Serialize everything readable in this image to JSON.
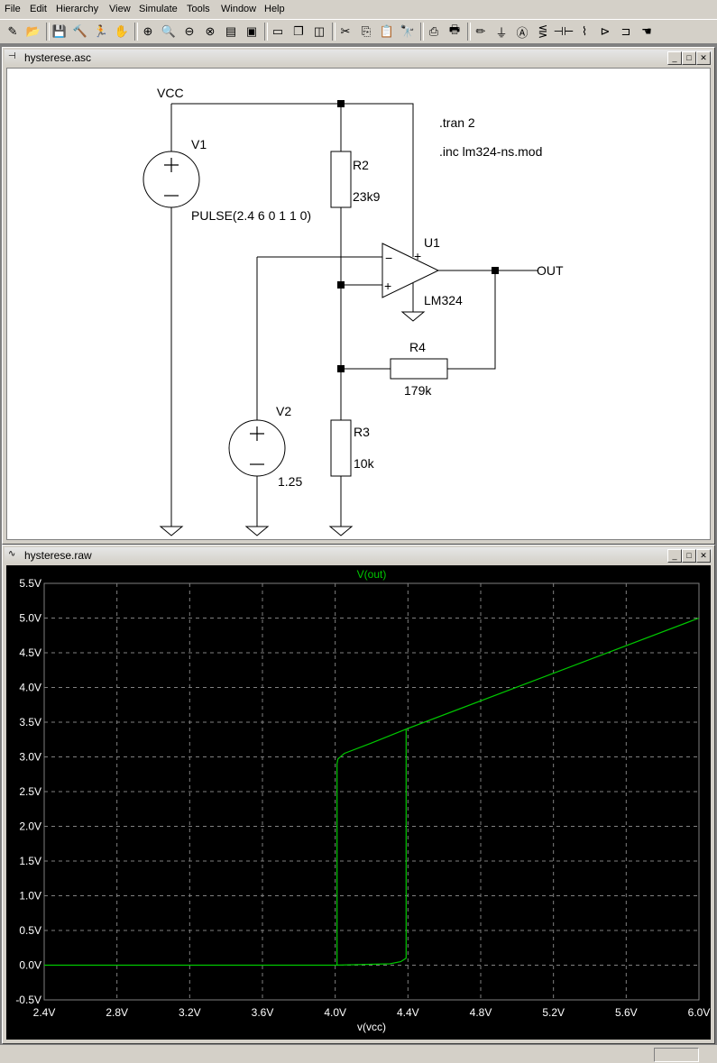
{
  "menu": [
    "File",
    "Edit",
    "Hierarchy",
    "View",
    "Simulate",
    "Tools",
    "Window",
    "Help"
  ],
  "toolbar": {
    "icons": [
      "new-schematic-icon",
      "open-icon",
      "save-icon",
      "control-panel-icon",
      "run-icon",
      "halt-icon",
      "zoom-in-icon",
      "zoom-pan-icon",
      "zoom-out-icon",
      "zoom-cancel-icon",
      "autorange-icon",
      "fit-icon",
      "tile-horizontal-icon",
      "cascade-icon",
      "tile-vertical-icon",
      "cut-icon",
      "copy-icon",
      "paste-icon",
      "find-icon",
      "print-setup-icon",
      "print-icon",
      "wire-icon",
      "ground-icon",
      "label-icon",
      "resistor-icon",
      "capacitor-icon",
      "inductor-icon",
      "diode-icon",
      "component-icon",
      "drag-icon"
    ]
  },
  "schematic": {
    "title": "hysterese.asc",
    "labels": {
      "vcc": "VCC",
      "v1": "V1",
      "v1_value": "PULSE(2.4 6 0 1 1 0)",
      "r2": "R2",
      "r2_value": "23k9",
      "tran": ".tran 2",
      "inc": ".inc lm324-ns.mod",
      "u1": "U1",
      "u1_value": "LM324",
      "out": "OUT",
      "r4": "R4",
      "r4_value": "179k",
      "v2": "V2",
      "v2_value": "1.25",
      "r3": "R3",
      "r3_value": "10k",
      "plus": "+",
      "minus": "−"
    }
  },
  "waveform": {
    "title": "hysterese.raw",
    "colors": {
      "background": "#000000",
      "trace": "#00c800",
      "grid": "#808080",
      "axis_text": "#ffffff"
    }
  },
  "chart_data": {
    "type": "line",
    "title": "V(out)",
    "xlabel": "v(vcc)",
    "ylabel": "",
    "xlim": [
      2.4,
      6.0
    ],
    "ylim": [
      -0.5,
      5.5
    ],
    "x_ticks": [
      "2.4V",
      "2.8V",
      "3.2V",
      "3.6V",
      "4.0V",
      "4.4V",
      "4.8V",
      "5.2V",
      "5.6V",
      "6.0V"
    ],
    "y_ticks": [
      "5.5V",
      "5.0V",
      "4.5V",
      "4.0V",
      "3.5V",
      "3.0V",
      "2.5V",
      "2.0V",
      "1.5V",
      "1.0V",
      "0.5V",
      "0.0V",
      "-0.5V"
    ],
    "series": [
      {
        "name": "V(out)",
        "color": "#00c800",
        "points": [
          [
            2.4,
            0.0
          ],
          [
            4.0,
            0.0
          ],
          [
            4.3,
            0.02
          ],
          [
            4.36,
            0.05
          ],
          [
            4.39,
            0.1
          ],
          [
            4.39,
            3.4
          ],
          [
            6.0,
            5.0
          ],
          [
            4.39,
            3.4
          ],
          [
            4.2,
            3.2
          ],
          [
            4.05,
            3.05
          ],
          [
            4.015,
            2.97
          ],
          [
            4.01,
            2.9
          ],
          [
            4.01,
            0.0
          ]
        ]
      }
    ],
    "grid": true
  }
}
